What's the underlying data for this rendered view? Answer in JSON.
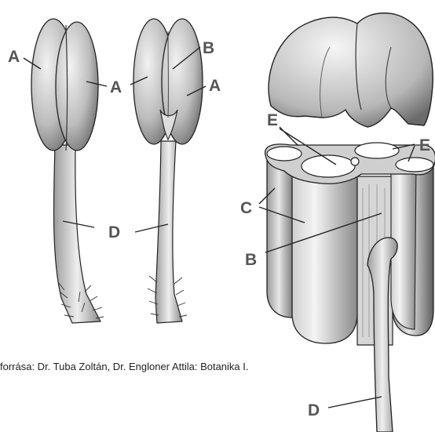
{
  "labels": {
    "A": "A",
    "B": "B",
    "C": "C",
    "D": "D",
    "E": "E"
  },
  "caption": "forrása: Dr. Tuba Zoltán, Dr. Engloner Attila: Botanika I.",
  "colors": {
    "ink": "#222222",
    "label": "#555555",
    "paper": "#ffffff",
    "shade": "#cfcfcf"
  }
}
